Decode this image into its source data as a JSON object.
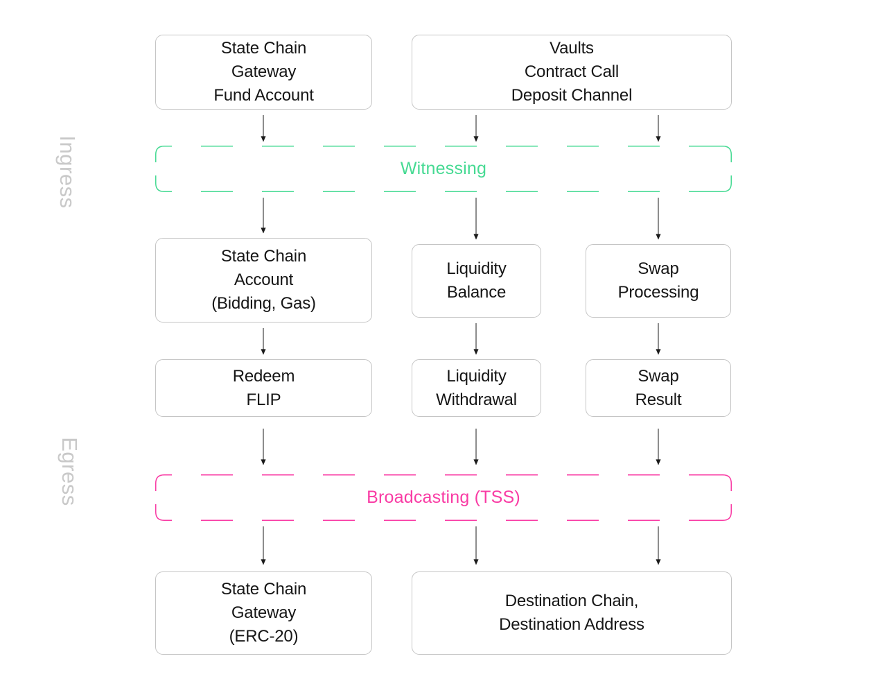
{
  "side_labels": {
    "ingress": "Ingress",
    "egress": "Egress"
  },
  "bands": {
    "witnessing": {
      "label": "Witnessing"
    },
    "broadcasting": {
      "label": "Broadcasting (TSS)"
    }
  },
  "nodes": {
    "fund_account": {
      "label": "State Chain\nGateway\nFund Account"
    },
    "deposit_channel": {
      "label": "Vaults\nContract Call\nDeposit Channel"
    },
    "state_chain_account": {
      "label": "State Chain\nAccount\n(Bidding, Gas)"
    },
    "liquidity_balance": {
      "label": "Liquidity\nBalance"
    },
    "swap_processing": {
      "label": "Swap\nProcessing"
    },
    "redeem_flip": {
      "label": "Redeem\nFLIP"
    },
    "liquidity_withdrawal": {
      "label": "Liquidity\nWithdrawal"
    },
    "swap_result": {
      "label": "Swap\nResult"
    },
    "gateway_erc20": {
      "label": "State Chain\nGateway\n(ERC-20)"
    },
    "destination": {
      "label": "Destination Chain,\nDestination Address"
    }
  },
  "colors": {
    "page_bg": "#ffffff",
    "witnessing_green": "#46da93",
    "broadcasting_pink": "#f93ba4",
    "box_border": "#c5c5c5",
    "side_label_gray": "#c9c9c9",
    "arrow_black": "#1b1b1b",
    "text_black": "#161616"
  }
}
